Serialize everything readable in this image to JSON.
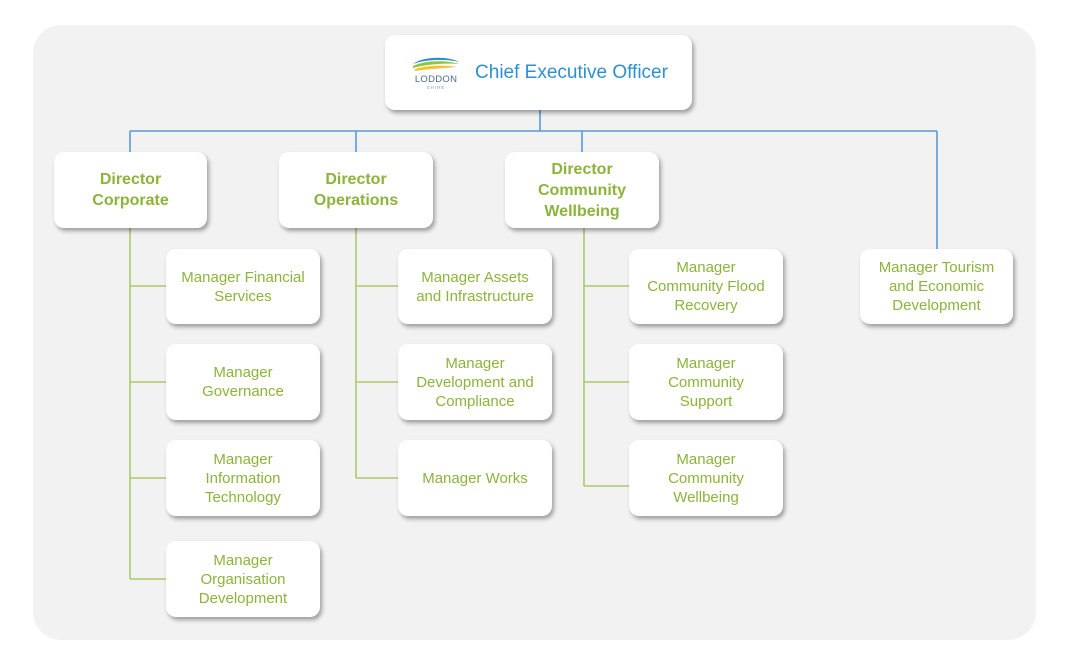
{
  "ceo": {
    "title": "Chief Executive Officer",
    "logo": {
      "name": "LODDON",
      "subtitle": "SHIRE"
    }
  },
  "directors": [
    {
      "id": "corporate",
      "label": "Director Corporate",
      "lines": [
        "Director",
        "Corporate"
      ],
      "reports": [
        {
          "label": "Manager Financial Services",
          "lines": [
            "Manager Financial",
            "Services"
          ]
        },
        {
          "label": "Manager Governance",
          "lines": [
            "Manager",
            "Governance"
          ]
        },
        {
          "label": "Manager Information Technology",
          "lines": [
            "Manager",
            "Information",
            "Technology"
          ]
        },
        {
          "label": "Manager Organisation Development",
          "lines": [
            "Manager",
            "Organisation",
            "Development"
          ]
        }
      ]
    },
    {
      "id": "operations",
      "label": "Director Operations",
      "lines": [
        "Director",
        "Operations"
      ],
      "reports": [
        {
          "label": "Manager Assets and Infrastructure",
          "lines": [
            "Manager Assets",
            "and Infrastructure"
          ]
        },
        {
          "label": "Manager Development and Compliance",
          "lines": [
            "Manager",
            "Development and",
            "Compliance"
          ]
        },
        {
          "label": "Manager Works",
          "lines": [
            "Manager Works"
          ]
        }
      ]
    },
    {
      "id": "community-wellbeing",
      "label": "Director Community Wellbeing",
      "lines": [
        "Director",
        "Community",
        "Wellbeing"
      ],
      "reports": [
        {
          "label": "Manager Community Flood Recovery",
          "lines": [
            "Manager",
            "Community Flood",
            "Recovery"
          ]
        },
        {
          "label": "Manager Community Support",
          "lines": [
            "Manager",
            "Community",
            "Support"
          ]
        },
        {
          "label": "Manager Community Wellbeing",
          "lines": [
            "Manager",
            "Community",
            "Wellbeing"
          ]
        }
      ]
    }
  ],
  "direct_report": {
    "label": "Manager Tourism and Economic Development",
    "lines": [
      "Manager Tourism",
      "and Economic",
      "Development"
    ]
  },
  "colors": {
    "accent_green": "#8cb33a",
    "ceo_blue": "#2e90cf",
    "connector_blue": "#5b9bd5",
    "connector_green": "#a9c96b",
    "panel_bg": "#f2f2f2"
  }
}
